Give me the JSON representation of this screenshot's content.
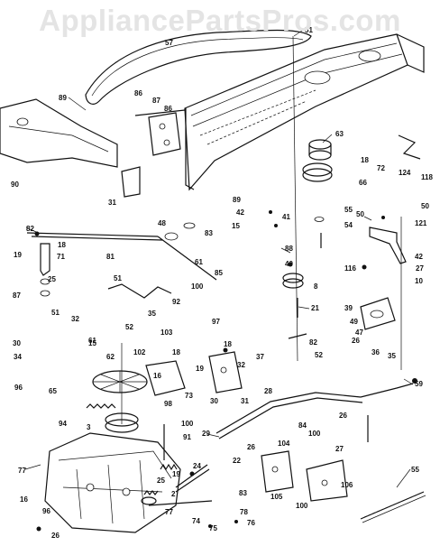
{
  "watermark": "AppliancePartsPros.com",
  "callouts": [
    "51",
    "57",
    "89",
    "86",
    "87",
    "86",
    "90",
    "63",
    "18",
    "72",
    "124",
    "118",
    "31",
    "66",
    "89",
    "42",
    "41",
    "55",
    "54",
    "50",
    "50",
    "121",
    "48",
    "83",
    "82",
    "18",
    "19",
    "71",
    "15",
    "81",
    "61",
    "85",
    "88",
    "40",
    "42",
    "116",
    "27",
    "25",
    "51",
    "100",
    "10",
    "87",
    "35",
    "92",
    "8",
    "21",
    "39",
    "49",
    "47",
    "26",
    "51",
    "32",
    "30",
    "61",
    "52",
    "103",
    "97",
    "82",
    "34",
    "15",
    "62",
    "102",
    "18",
    "19",
    "18",
    "52",
    "37",
    "32",
    "36",
    "35",
    "96",
    "65",
    "16",
    "73",
    "30",
    "31",
    "59",
    "98",
    "28",
    "26",
    "94",
    "100",
    "29",
    "91",
    "84",
    "100",
    "26",
    "104",
    "27",
    "77",
    "3",
    "22",
    "25",
    "19",
    "24",
    "106",
    "16",
    "2",
    "83",
    "55",
    "96",
    "77",
    "74",
    "75",
    "78",
    "76",
    "26",
    "100",
    "105"
  ]
}
